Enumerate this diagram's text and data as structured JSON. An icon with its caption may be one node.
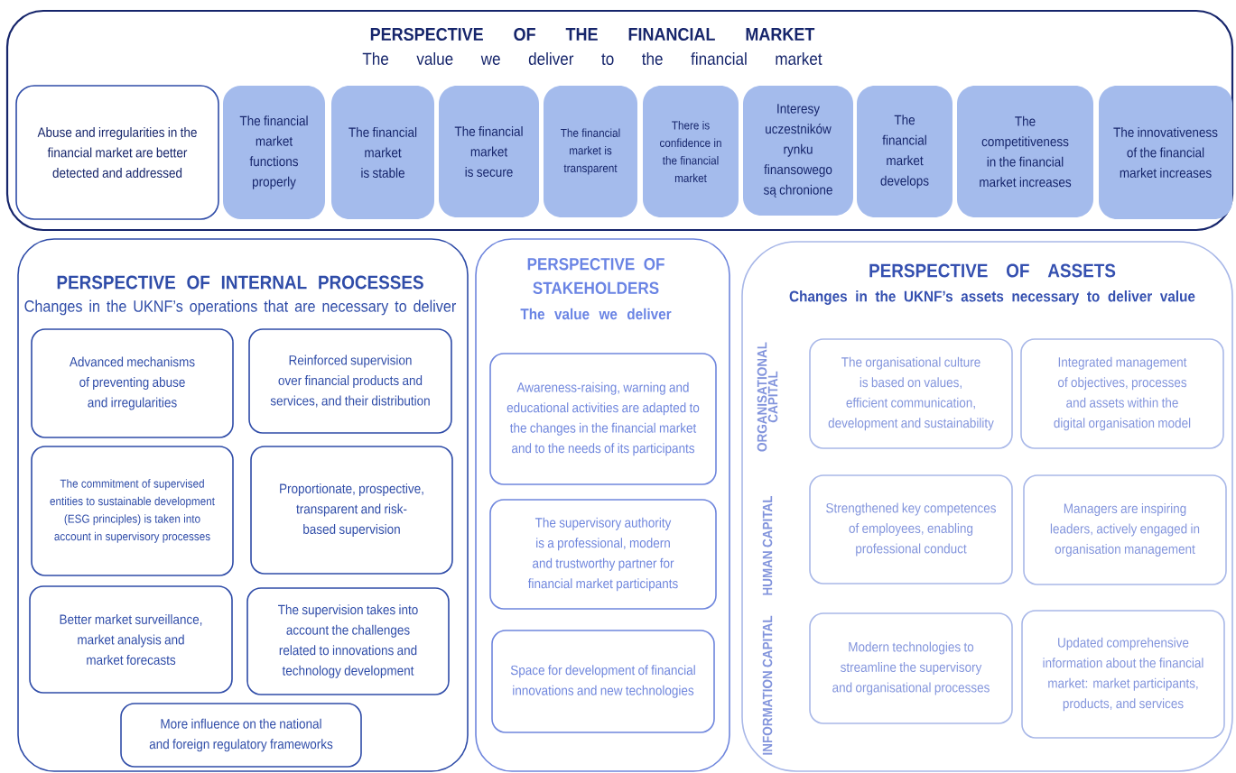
{
  "diagram": {
    "nodes": [
      {
        "text": [
          "PERSPECTIVE OF THE FINANCIAL MARKET",
          "The value we deliver to the financial market"
        ]
      },
      {
        "text": [
          "Abuse and irregularities in the financial market are better detected and addressed"
        ],
        "in": 0
      },
      {
        "text": [
          "The financial market functions properly"
        ],
        "in": 0
      },
      {
        "text": [
          "The financial market is stable"
        ],
        "in": 0
      },
      {
        "text": [
          "The financial market is secure"
        ],
        "in": 0
      },
      {
        "text": [
          "The financial market is transparent"
        ],
        "in": 0
      },
      {
        "text": [
          "There is confidence in the financial market"
        ],
        "in": 0
      },
      {
        "text": [
          "Interesy uczestników rynku finansowego są chronione"
        ],
        "in": 0
      },
      {
        "text": [
          "The financial market develops"
        ],
        "in": 0
      },
      {
        "text": [
          "The competitiveness in the financial market increases"
        ],
        "in": 0
      },
      {
        "text": [
          "The innovativeness of the financial market increases"
        ],
        "in": 0
      },
      {
        "text": [
          "PERSPECTIVE OF INTERNAL PROCESSES",
          "Changes in the UKNF’s operations that are necessary to deliver"
        ]
      },
      {
        "text": [
          "Advanced mechanisms of preventing abuse and irregularities"
        ],
        "in": 11
      },
      {
        "text": [
          "Reinforced supervision over financial products and services, and their distribution"
        ],
        "in": 11
      },
      {
        "text": [
          "The commitment of supervised entities to sustainable development (ESG principles) is taken into account in supervisory processes"
        ],
        "in": 11
      },
      {
        "text": [
          "Proportionate, prospective, transparent and risk-based supervision"
        ],
        "in": 11
      },
      {
        "text": [
          "Better market surveillance, market analysis and market forecasts"
        ],
        "in": 11
      },
      {
        "text": [
          "The supervision takes into account the challenges related to innovations and technology development"
        ],
        "in": 11
      },
      {
        "text": [
          "More influence on the national and foreign regulatory frameworks"
        ],
        "in": 11
      },
      {
        "text": [
          "PERSPECTIVE OF STAKEHOLDERS",
          "The value we deliver"
        ]
      },
      {
        "text": [
          "Awareness-raising, warning and educational activities are adapted to the changes in the financial market and to the needs of its participants"
        ],
        "in": 19
      },
      {
        "text": [
          "The supervisory authority is a professional, modern and trustworthy partner for financial market participants"
        ],
        "in": 19
      },
      {
        "text": [
          "Space for development of financial innovations and new technologies"
        ],
        "in": 19
      },
      {
        "text": [
          "PERSPECTIVE OF ASSETS",
          "Changes in the UKNF’s assets necessary to deliver value"
        ]
      },
      {
        "text": [
          "The organisational culture is based on values, efficient communication, development and sustainability"
        ],
        "in": 23
      },
      {
        "text": [
          "Integrated management of objectives, processes and assets within the digital organisation model"
        ],
        "in": 23
      },
      {
        "text": [
          "Strengthened key competences of employees, enabling professional conduct"
        ],
        "in": 23
      },
      {
        "text": [
          "Managers are inspiring leaders, actively engaged in organisation management"
        ],
        "in": 23
      },
      {
        "text": [
          "Modern technologies to streamline the supervisory and organisational processes"
        ],
        "in": 23
      },
      {
        "text": [
          "Updated comprehensive information about the financial market: market participants, products, and services"
        ],
        "in": 23
      }
    ],
    "labels": [
      "ORGANISATIONAL CAPITAL",
      "HUMAN CAPITAL",
      "INFORMATION CAPITAL"
    ]
  }
}
